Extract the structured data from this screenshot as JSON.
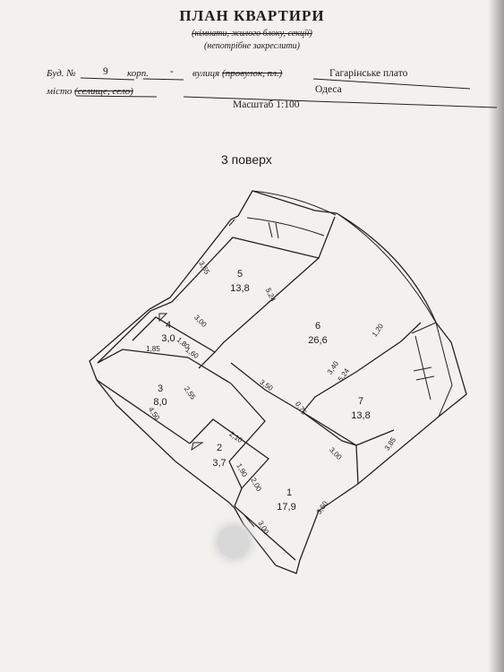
{
  "header": {
    "title": "ПЛАН КВАРТИРИ",
    "subtitle1": "(кімнати, жилого блоку, секції)",
    "subtitle2": "(непотрібне закреслити)"
  },
  "form": {
    "bud_label": "Буд. №",
    "bud_value": "9",
    "korp_label": "корп.",
    "korp_value": "-",
    "street_label_plain": "вулиця",
    "street_label_struck": "(провулок, пл.)",
    "street_value": "Гагарінське плато",
    "city_label_plain": "місто",
    "city_label_struck": "(селище, село)",
    "city_value": "Одеса",
    "scale": "Масштаб 1:100"
  },
  "floor_label": "3 поверх",
  "rooms": [
    {
      "num": "1",
      "area": "17,9"
    },
    {
      "num": "2",
      "area": "3,7"
    },
    {
      "num": "3",
      "area": "8,0"
    },
    {
      "num": "4",
      "area": "3,0"
    },
    {
      "num": "5",
      "area": "13,8"
    },
    {
      "num": "6",
      "area": "26,6"
    },
    {
      "num": "7",
      "area": "13,8"
    }
  ],
  "dimensions": [
    "3,65",
    "5,24",
    "3,00",
    "1,85",
    "1,80",
    "1,60",
    "2,55",
    "4,50",
    "3,50",
    "0,75",
    "3,40",
    "5,24",
    "1,20",
    "3,85",
    "3,00",
    "2,10",
    "1,90",
    "2,00",
    "3,50",
    "3,00"
  ]
}
